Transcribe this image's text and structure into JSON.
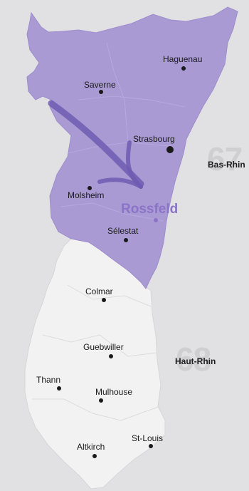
{
  "departments": [
    {
      "number": "67",
      "name": "Bas-Rhin",
      "color": "#a99ad4"
    },
    {
      "number": "68",
      "name": "Haut-Rhin",
      "color": "#f2f2f2"
    }
  ],
  "cities": {
    "haguenau": "Haguenau",
    "saverne": "Saverne",
    "strasbourg": "Strasbourg",
    "molsheim": "Molsheim",
    "selestat": "Sélestat",
    "colmar": "Colmar",
    "guebwiller": "Guebwiller",
    "thann": "Thann",
    "mulhouse": "Mulhouse",
    "altkirch": "Altkirch",
    "stlouis": "St-Louis"
  },
  "highlight": {
    "name": "Rossfeld",
    "color": "#8a74c7"
  },
  "arrow_color": "#6f5cb1"
}
